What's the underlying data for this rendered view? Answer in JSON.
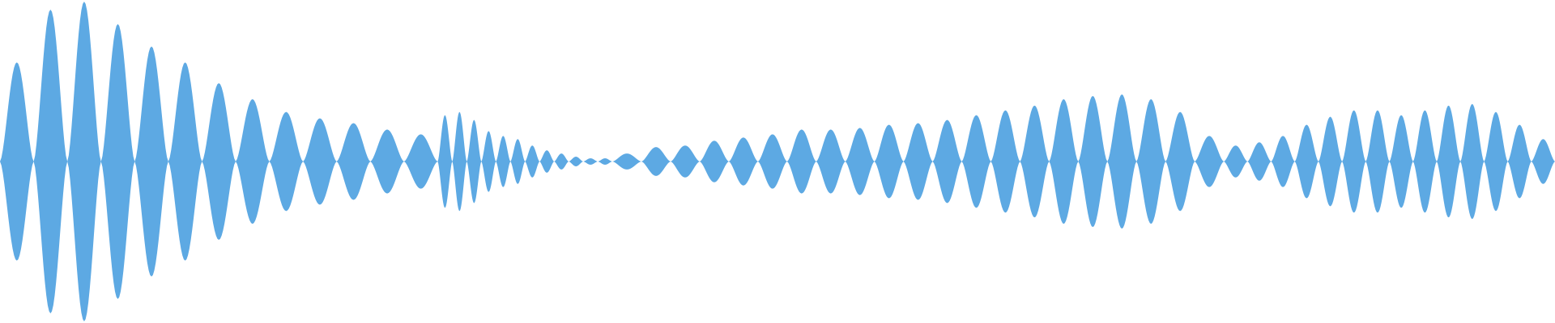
{
  "waveform": {
    "color": "#5DA9E3",
    "background": "#FFFFFF",
    "amplitude_envelope": [
      0.62,
      0.95,
      1.0,
      0.86,
      0.72,
      0.62,
      0.49,
      0.39,
      0.31,
      0.27,
      0.24,
      0.2,
      0.17,
      0.29,
      0.31,
      0.26,
      0.19,
      0.16,
      0.14,
      0.1,
      0.07,
      0.05,
      0.03,
      0.02,
      0.02,
      0.05,
      0.09,
      0.1,
      0.13,
      0.15,
      0.17,
      0.2,
      0.2,
      0.21,
      0.23,
      0.24,
      0.26,
      0.29,
      0.32,
      0.35,
      0.39,
      0.41,
      0.42,
      0.39,
      0.31,
      0.16,
      0.1,
      0.12,
      0.16,
      0.23,
      0.28,
      0.32,
      0.32,
      0.29,
      0.32,
      0.35,
      0.36,
      0.31,
      0.23,
      0.14
    ]
  }
}
